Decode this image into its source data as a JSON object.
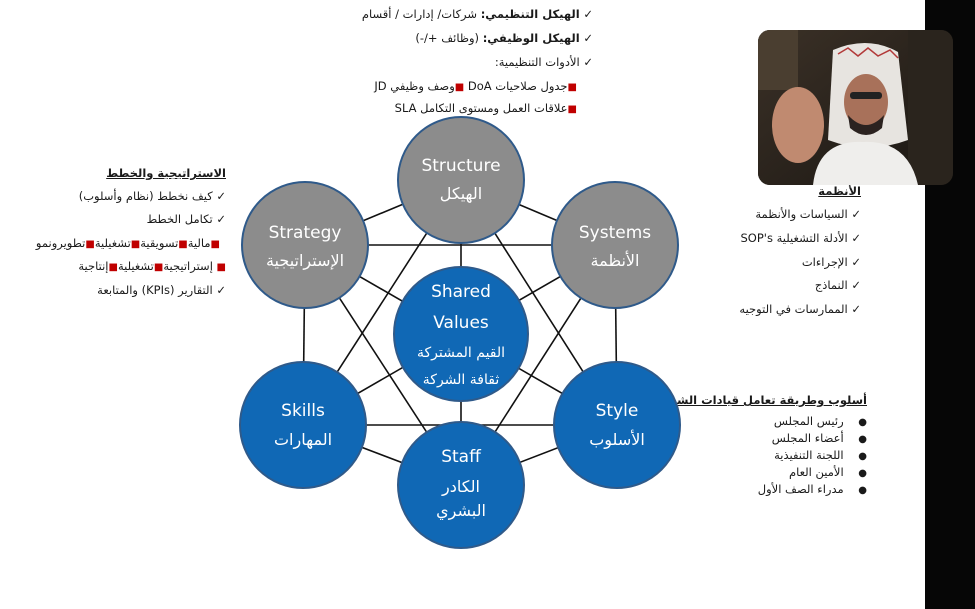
{
  "top_panel": {
    "line1_bold": "الهيكل التنظيمي:",
    "line1_rest": "شركات/ إدارات / أقسام",
    "line2_bold": "الهيكل الوظيفي:",
    "line2_rest": "(وظائف +/-)",
    "line3": "الأدوات التنظيمية:",
    "line4_a": "جدول صلاحيات DoA",
    "line4_b": "وصف وظيفي JD",
    "line5": "علاقات العمل ومستوى التكامل SLA"
  },
  "left_panel": {
    "title": "الاستراتيجية والخطط",
    "item1": "كيف نخطط (نظام وأسلوب)",
    "item2": "تكامل الخطط",
    "item3_a": "مالية",
    "item3_b": "تسويقية",
    "item3_c": "تشغيلية",
    "item3_d": "تطويرونمو",
    "item4_a": "إستراتيجية",
    "item4_b": "تشغيلية",
    "item4_c": "إنتاجية",
    "item5": "التقارير (KPIs) والمتابعة"
  },
  "right_panel": {
    "title": "الأنظمة",
    "items": [
      "السياسات والأنظمة",
      "الأدلة التشغيلية SOP's",
      "الإجراءات",
      "النماذج",
      "الممارسات في التوجيه"
    ]
  },
  "style_panel": {
    "title": "أسلوب وطريقة تعامل قيادات الشركة",
    "items": [
      "رئيس المجلس",
      "أعضاء المجلس",
      "اللجنة التنفيذية",
      "الأمين العام",
      "مدراء الصف الأول"
    ]
  },
  "diagram": {
    "structure_en": "Structure",
    "structure_ar": "الهيكل",
    "strategy_en": "Strategy",
    "strategy_ar": "الإستراتيجية",
    "systems_en": "Systems",
    "systems_ar": "الأنظمة",
    "shared_en_1": "Shared",
    "shared_en_2": "Values",
    "shared_ar_1": "القيم المشتركة",
    "shared_ar_2": "ثقافة الشركة",
    "skills_en": "Skills",
    "skills_ar": "المهارات",
    "style_en": "Style",
    "style_ar": "الأسلوب",
    "staff_en": "Staff",
    "staff_ar_1": "الكادر",
    "staff_ar_2": "البشري"
  },
  "colors": {
    "gray_circle": "#8c8c8c",
    "blue_circle": "#1068b5",
    "circle_edge": "#2f5a8a",
    "bullet_red": "#c00000"
  }
}
